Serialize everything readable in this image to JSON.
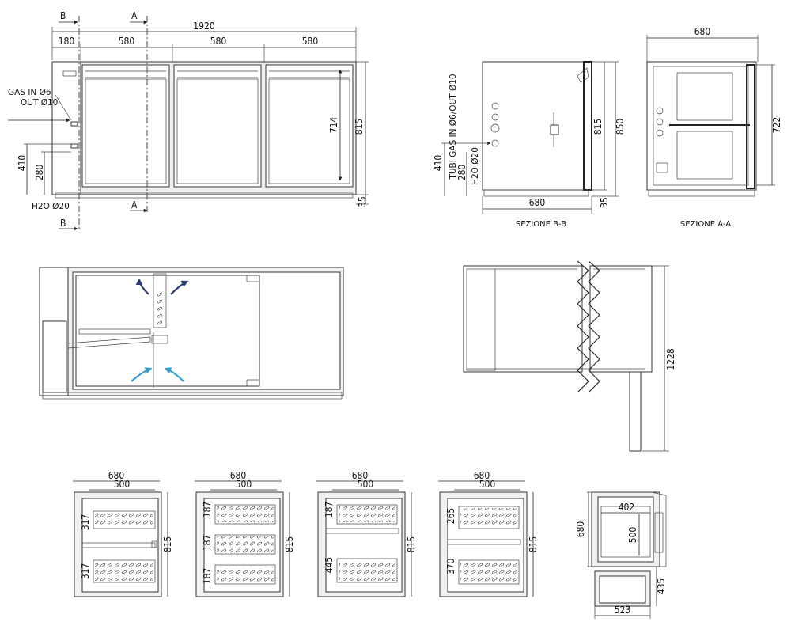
{
  "colors": {
    "airflow_warm": "#2d3d6e",
    "airflow_cool": "#3aa0d0",
    "line": "#2b2b2b"
  },
  "front_view": {
    "dim_total": "1920",
    "dim_widths": [
      "180",
      "580",
      "580",
      "580"
    ],
    "dim_height": "815",
    "dim_base": "35",
    "dim_inner": "714",
    "dim_410": "410",
    "dim_280": "280",
    "label_gas": "GAS IN Ø6",
    "label_gas_out": "OUT Ø10",
    "label_h2o": "H2O Ø20",
    "marker_a": "A",
    "marker_b": "B"
  },
  "section_bb": {
    "caption": "SEZIONE B-B",
    "dim_width": "680",
    "dim_815": "815",
    "dim_850": "850",
    "dim_35": "35",
    "dim_410": "410",
    "dim_280": "280",
    "label_tubi": "TUBI GAS IN Ø6/OUT Ø10",
    "label_h2o": "H2O Ø20"
  },
  "section_aa": {
    "caption": "SEZIONE A-A",
    "dim_width": "680",
    "dim_722": "722"
  },
  "top_right": {
    "dim_1228": "1228"
  },
  "drawer_sections": [
    {
      "dim_680": "680",
      "dim_500": "500",
      "dim_815": "815",
      "dims_left": [
        "317",
        "317"
      ]
    },
    {
      "dim_680": "680",
      "dim_500": "500",
      "dim_815": "815",
      "dims_left": [
        "187",
        "187",
        "187"
      ]
    },
    {
      "dim_680": "680",
      "dim_500": "500",
      "dim_815": "815",
      "dims_left": [
        "187",
        "445"
      ]
    },
    {
      "dim_680": "680",
      "dim_500": "500",
      "dim_815": "815",
      "dims_left": [
        "265",
        "370"
      ]
    }
  ],
  "drawer_detail": {
    "dim_680": "680",
    "dim_402": "402",
    "dim_500": "500",
    "dim_435": "435",
    "dim_523": "523"
  }
}
